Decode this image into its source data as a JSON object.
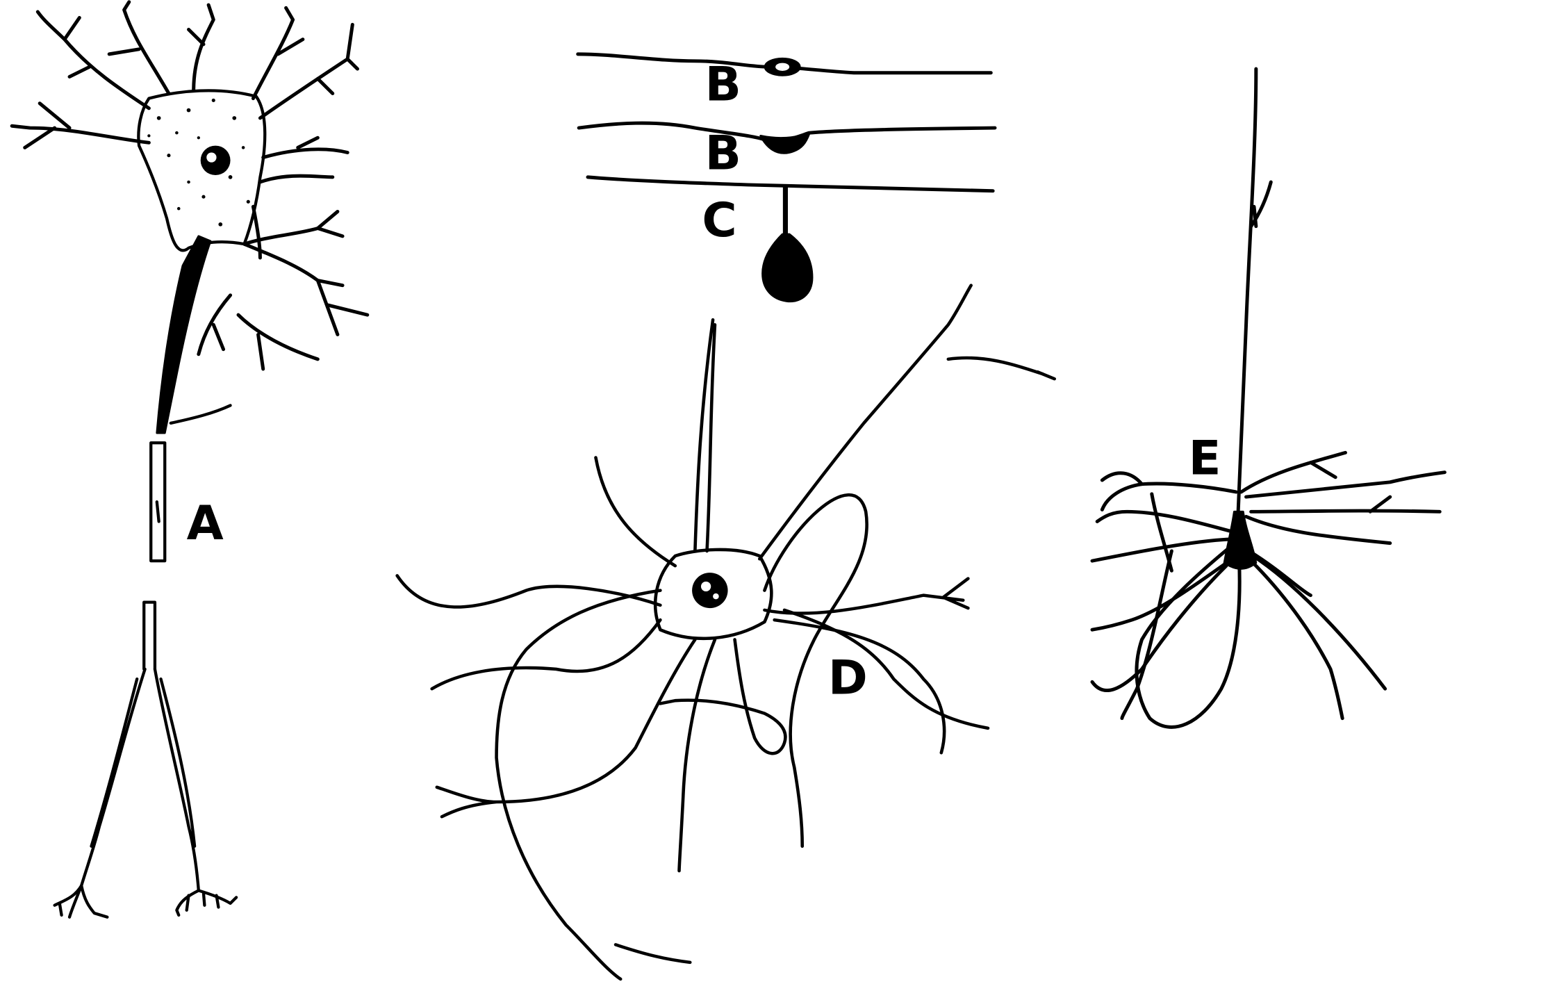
{
  "labels": {
    "a": "A",
    "b1": "B",
    "b2": "B",
    "c": "C",
    "d": "D",
    "e": "E"
  },
  "colors": {
    "ink": "#000000",
    "background": "#ffffff"
  }
}
